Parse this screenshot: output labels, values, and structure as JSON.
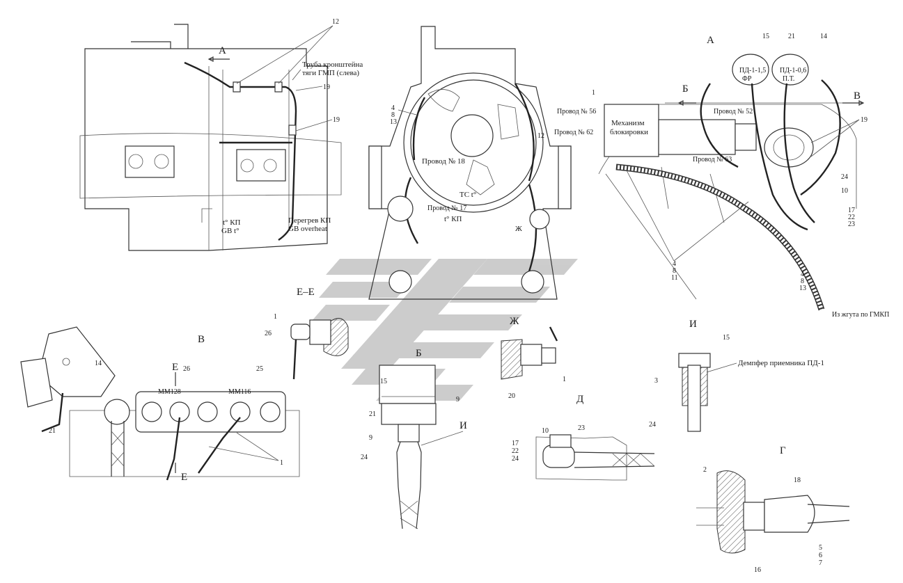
{
  "views": {
    "A": "А",
    "B": "Б",
    "V": "В",
    "G": "Г",
    "D": "Д",
    "E": "Е",
    "EE": "Е–Е",
    "I": "И",
    "ZH": "Ж"
  },
  "texts": {
    "pipe1": "Труба кронштейнa",
    "pipe2": "тяги ГМП (слева)",
    "tkp": "t° КП",
    "gbt": "GB t°",
    "overheat1": "Перегрев КП",
    "overheat2": "GB overheat",
    "wire56": "Провод № 56",
    "wire62": "Провод № 62",
    "wire52": "Провод № 52",
    "wire63": "Провод № 63",
    "wire18": "Провод № 18",
    "wire17": "Провод № 17",
    "mech1": "Механизм",
    "mech2": "блокировки",
    "tst": "ТС t°",
    "tkp2": "t° КП",
    "harnessFrom": "Из жгута по ГМКП",
    "damper": "Демпфер приемника ПД-1",
    "pd15": "ПД-1-1,5",
    "pd06": "ПД-1-0,6",
    "fr": "ФР",
    "pt": "П.Т.",
    "mm128": "ММ128",
    "mm116": "ММ116"
  },
  "numbers": {
    "n1": "1",
    "n2": "2",
    "n3": "3",
    "n4": "4",
    "n5": "5",
    "n6": "6",
    "n7": "7",
    "n8": "8",
    "n9": "9",
    "n10": "10",
    "n11": "11",
    "n12": "12",
    "n13": "13",
    "n14": "14",
    "n15": "15",
    "n16": "16",
    "n17": "17",
    "n18": "18",
    "n19": "19",
    "n20": "20",
    "n21": "21",
    "n22": "22",
    "n23": "23",
    "n24": "24",
    "n25": "25",
    "n26": "26"
  },
  "colors": {
    "line": "#333333",
    "watermark": "#b8b8b8"
  }
}
